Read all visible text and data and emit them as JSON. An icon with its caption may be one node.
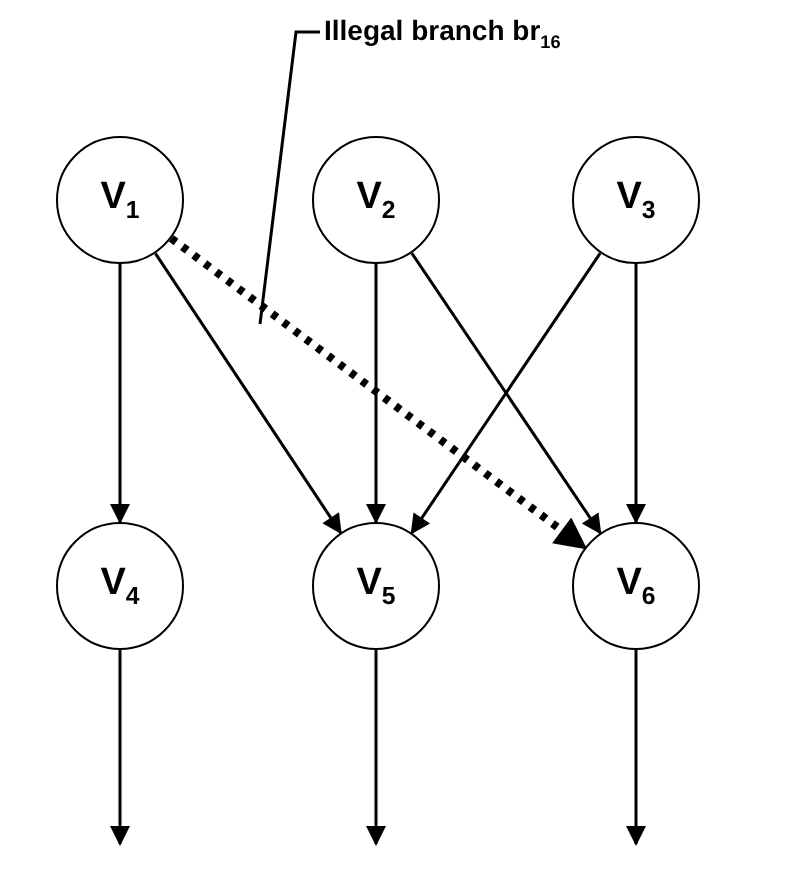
{
  "diagram": {
    "nodes": [
      {
        "text": [
          "V$_{1}$"
        ]
      },
      {
        "text": [
          "V$_{2}$"
        ]
      },
      {
        "text": [
          "V$_{3}$"
        ]
      },
      {
        "text": [
          "V$_{4}$"
        ]
      },
      {
        "text": [
          "V$_{5}$"
        ]
      },
      {
        "text": [
          "V$_{6}$"
        ]
      },
      {
        "text": [
          "Illegal branch br$_{16}$"
        ]
      }
    ],
    "edges": [
      {
        "from": 0,
        "to": 3,
        "arrow": "to"
      },
      {
        "from": 0,
        "to": 4,
        "arrow": "to"
      },
      {
        "from": 0,
        "to": 5,
        "arrow": "to",
        "style": "dashed"
      },
      {
        "from": 1,
        "to": 4,
        "arrow": "to"
      },
      {
        "from": 1,
        "to": 5,
        "arrow": "to"
      },
      {
        "from": 2,
        "to": 4,
        "arrow": "to"
      },
      {
        "from": 2,
        "to": 5,
        "arrow": "to"
      },
      {
        "from": 3,
        "to": null,
        "arrow": "to"
      },
      {
        "from": 4,
        "to": null,
        "arrow": "to"
      },
      {
        "from": 5,
        "to": null,
        "arrow": "to"
      },
      {
        "from": 6,
        "to": null,
        "arrow": "none"
      }
    ]
  }
}
